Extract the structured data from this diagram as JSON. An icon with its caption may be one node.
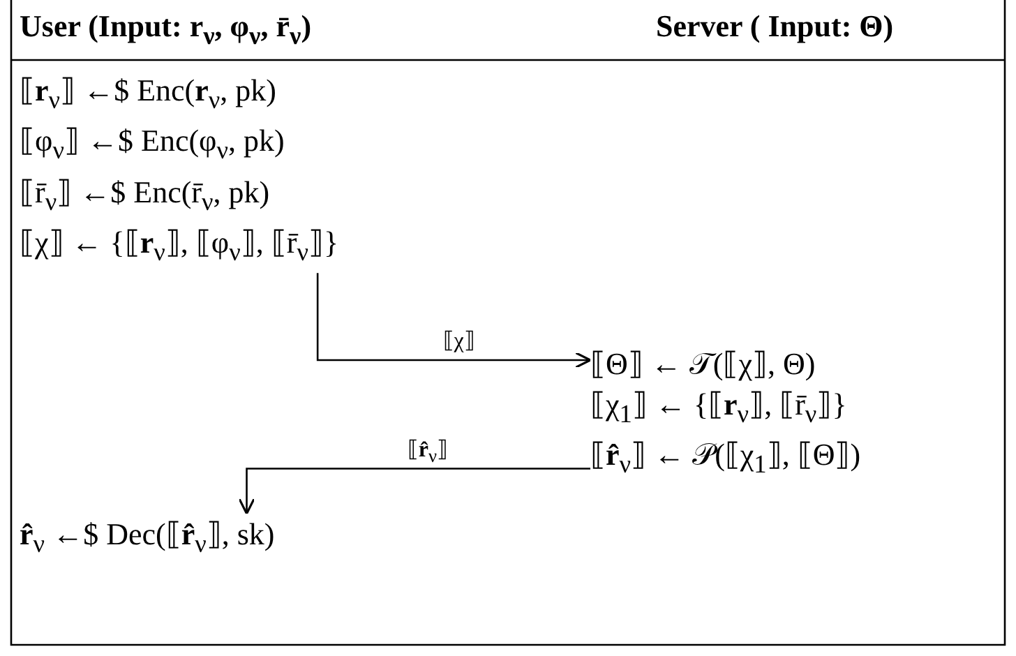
{
  "diagram": {
    "nodes": [
      {
        "text": [
          "⟦**r**$_{ν}$⟧ ←$ Enc(**r**$_{ν}$, pk)",
          "⟦φ$_{ν}$⟧ ←$ Enc(φ$_{ν}$, pk)",
          "⟦r̄$_{ν}$⟧ ←$ Enc(r̄$_{ν}$, pk)",
          "⟦χ⟧ ← {⟦**r**$_{ν}$⟧, ⟦φ$_{ν}$⟧, ⟦r̄$_{ν}$⟧}"
        ]
      },
      {
        "text": [
          "⟦Θ⟧ ← 𝒯(⟦χ⟧, Θ)",
          "⟦χ$_{1}$⟧ ← {⟦**r**$_{ν}$⟧, ⟦r̄$_{ν}$⟧}",
          "⟦**r̂**$_{ν}$⟧ ← 𝒫(⟦χ$_{1}$⟧, ⟦Θ⟧)"
        ]
      },
      {
        "text": [
          "**r̂**$_{ν}$ ←$ Dec(⟦**r̂**$_{ν}$⟧, sk)"
        ]
      }
    ],
    "edges": [
      {
        "from": 0,
        "to": 1,
        "arrow": "to",
        "label": "⟦χ⟧"
      },
      {
        "from": 1,
        "to": 2,
        "arrow": "to",
        "label": "⟦**r̂**$_{ν}$⟧"
      }
    ],
    "labels": [
      "User (Input: **r**$_{ν}$, φ$_{ν}$, r̄$_{ν}$)",
      "Server ( Input: Θ)"
    ]
  }
}
